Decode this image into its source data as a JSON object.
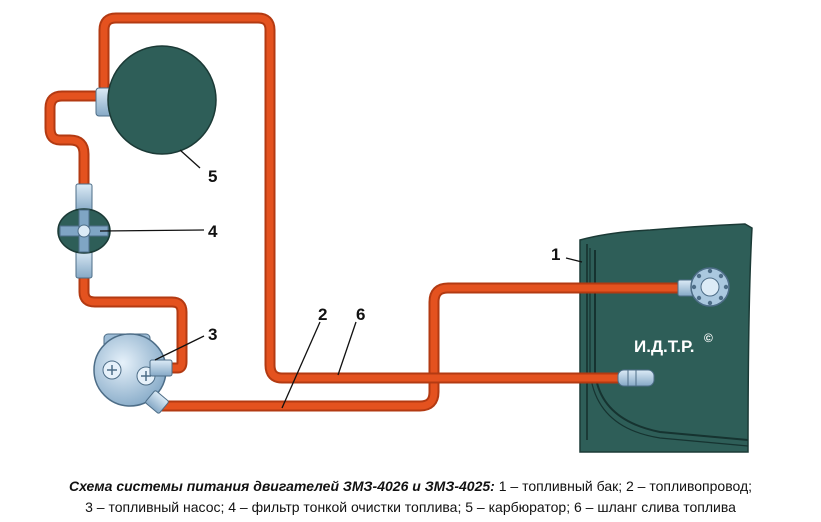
{
  "diagram": {
    "callouts": {
      "tank": "1",
      "fuel_line": "2",
      "fuel_pump": "3",
      "fine_filter": "4",
      "carburetor": "5",
      "drain_hose": "6"
    },
    "watermark": "И.Д.Т.Р.",
    "watermark_symbol": "©",
    "colors": {
      "pipe": "#e4521f",
      "pipe_edge": "#b33a12",
      "component": "#2e5e58",
      "fitting": "#aac8df"
    }
  },
  "caption": {
    "title": "Схема системы питания двигателей ЗМЗ-4026 и ЗМЗ-4025:",
    "line1": "1 – топливный бак; 2 – топливопровод;",
    "line2": "3 – топливный насос; 4 – фильтр тонкой очистки топлива; 5 – карбюратор; 6 – шланг слива топлива"
  }
}
